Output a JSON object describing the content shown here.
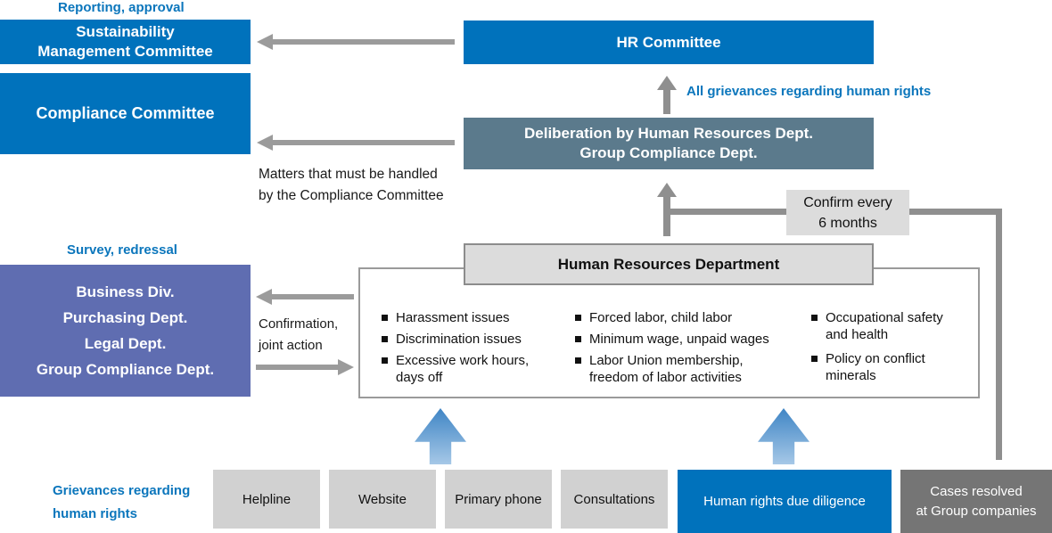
{
  "colors": {
    "accent_blue": "#0072bc",
    "slate_blue": "#5b7a8c",
    "purple_blue": "#5f6db1",
    "light_gray": "#dcdcdc",
    "channel_gray": "#d1d1d1",
    "dark_gray": "#757575",
    "arrow_gray": "#9b9b9b",
    "text_blue": "#0b76bc"
  },
  "annotations": {
    "reporting_approval": "Reporting, approval",
    "all_grievances": "All grievances regarding human rights",
    "matters": "Matters that must be handled\nby the Compliance Committee",
    "survey_redressal": "Survey, redressal",
    "confirmation": "Confirmation,\njoint action",
    "grievances": "Grievances regarding\nhuman rights"
  },
  "boxes": {
    "sustainability": "Sustainability\nManagement Committee",
    "compliance": "Compliance Committee",
    "hr_committee": "HR Committee",
    "deliberation": "Deliberation by Human Resources Dept.\nGroup Compliance Dept.",
    "confirm_every": "Confirm every\n6 months",
    "hr_department": "Human Resources Department",
    "due_diligence": "Human rights due diligence",
    "cases_resolved": "Cases resolved\nat Group companies"
  },
  "departments": [
    "Business Div.",
    "Purchasing Dept.",
    "Legal Dept.",
    "Group Compliance Dept."
  ],
  "issues": {
    "col1": [
      "Harassment issues",
      "Discrimination issues",
      "Excessive work hours,\ndays off"
    ],
    "col2": [
      "Forced labor, child labor",
      "Minimum wage, unpaid wages",
      "Labor Union membership,\nfreedom of labor activities"
    ],
    "col3": [
      "Occupational safety\nand health",
      "Policy on conflict\nminerals"
    ]
  },
  "channels": [
    "Helpline",
    "Website",
    "Primary phone",
    "Consultations"
  ]
}
